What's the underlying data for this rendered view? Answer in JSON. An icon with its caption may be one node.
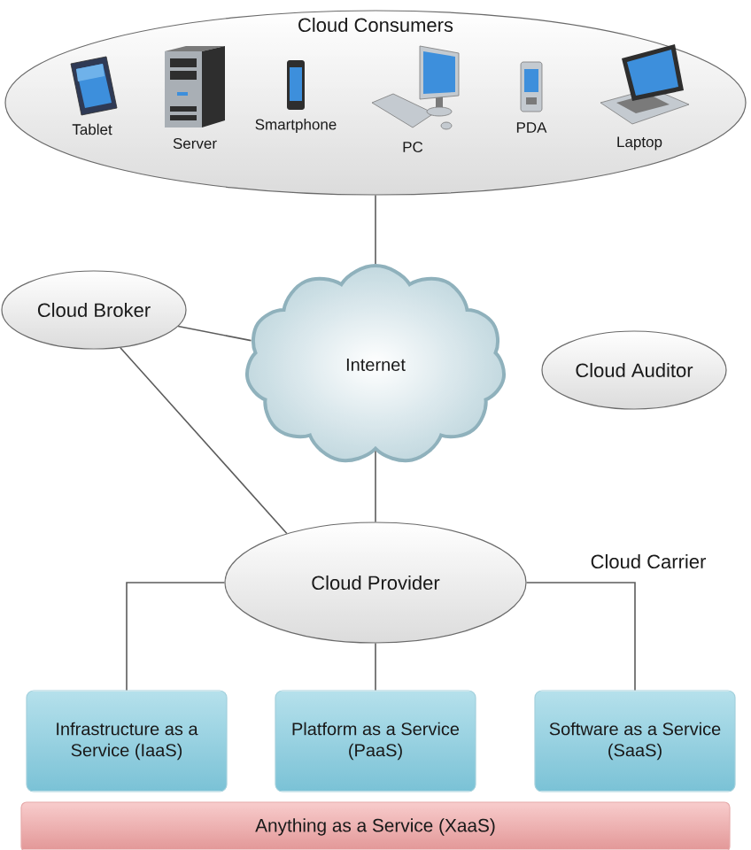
{
  "diagram": {
    "nodes": [
      {
        "text": [
          "Cloud Consumers"
        ]
      },
      {
        "text": [
          "Tablet"
        ],
        "in": 0
      },
      {
        "text": [
          "Server"
        ],
        "in": 0
      },
      {
        "text": [
          "Smartphone"
        ],
        "in": 0
      },
      {
        "text": [
          "PC"
        ],
        "in": 0
      },
      {
        "text": [
          "PDA"
        ],
        "in": 0
      },
      {
        "text": [
          "Laptop"
        ],
        "in": 0
      },
      {
        "text": [
          "Cloud Broker"
        ]
      },
      {
        "text": [
          "Internet"
        ]
      },
      {
        "text": [
          "Cloud Auditor"
        ]
      },
      {
        "text": [
          "Cloud Provider"
        ]
      },
      {
        "text": [
          "Infrastructure as a Service (IaaS)"
        ]
      },
      {
        "text": [
          "Platform as a Service (PaaS)"
        ]
      },
      {
        "text": [
          "Software as a Service (SaaS)"
        ]
      },
      {
        "text": [
          "Anything as a Service (XaaS)"
        ]
      }
    ],
    "edges": [
      {
        "from": 0,
        "to": 8,
        "arrow": "none"
      },
      {
        "from": 7,
        "to": 8,
        "arrow": "none"
      },
      {
        "from": 7,
        "to": 10,
        "arrow": "none"
      },
      {
        "from": 8,
        "to": 10,
        "arrow": "none"
      },
      {
        "from": 10,
        "to": 11,
        "arrow": "none"
      },
      {
        "from": 10,
        "to": 12,
        "arrow": "none"
      },
      {
        "from": 10,
        "to": 13,
        "arrow": "none"
      }
    ],
    "labels": [
      "Cloud Carrier"
    ]
  }
}
